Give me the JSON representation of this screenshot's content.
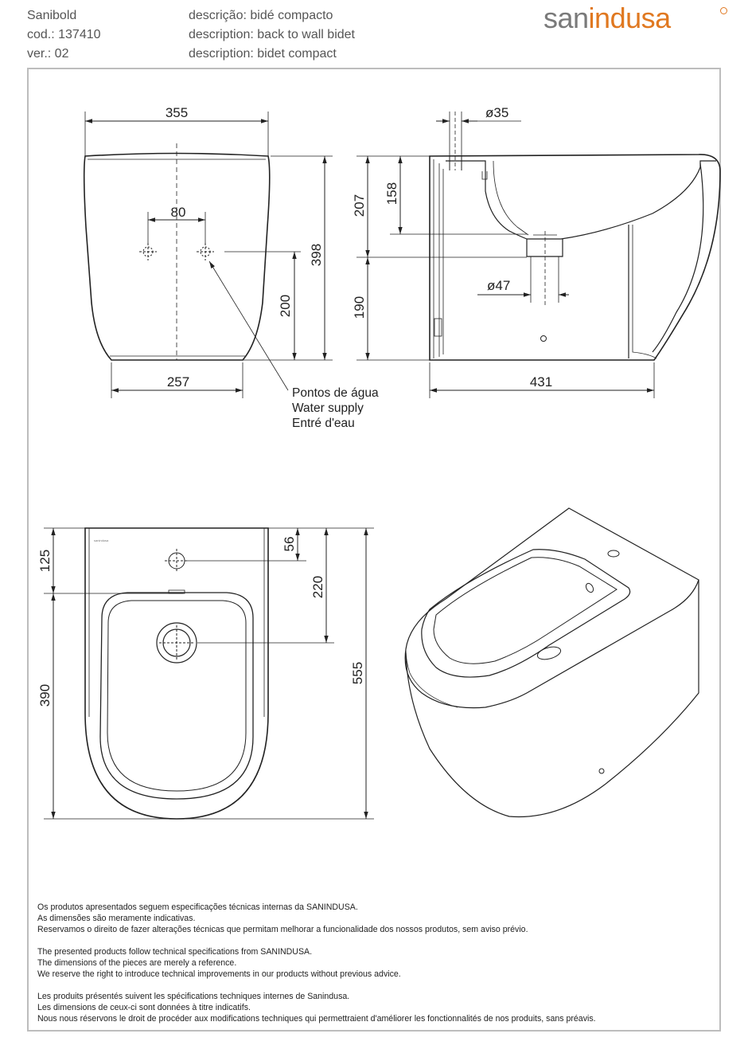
{
  "header": {
    "product_name": "Sanibold",
    "code": "cod.: 137410",
    "version": "ver.: 02",
    "description_pt": "descrição: bidé compacto",
    "description_en": "description: back to wall bidet",
    "description_fr": "description: bidet compact"
  },
  "brand": {
    "logo_part1": "san",
    "logo_part2": "indusa",
    "gray": "#7a7a7a",
    "orange": "#e07820"
  },
  "dimensions": {
    "front_width": "355",
    "tap_spacing": "80",
    "front_height": "398",
    "supply_height": "200",
    "base_width": "257",
    "top_hole": "ø35",
    "side_height_top": "207",
    "side_inner": "158",
    "side_height_bottom": "190",
    "drain_dia": "ø47",
    "depth": "431",
    "top_back": "125",
    "top_hole_offset": "56",
    "top_drain_offset": "220",
    "top_bowl_len": "390",
    "top_depth": "555"
  },
  "labels": {
    "water_supply_pt": "Pontos de água",
    "water_supply_en": "Water supply",
    "water_supply_fr": "Entré d'eau",
    "tiny_brand": "sanindusa"
  },
  "footer": {
    "pt": [
      "Os produtos apresentados seguem especificações técnicas internas da SANINDUSA.",
      "As dimensões são meramente indicativas.",
      "Reservamos o direito de fazer alterações técnicas que permitam melhorar a funcionalidade dos nossos produtos, sem aviso prévio."
    ],
    "en": [
      "The presented products follow technical specifications from SANINDUSA.",
      "The dimensions of the pieces are merely a reference.",
      "We reserve the right to introduce technical improvements in our products without previous advice."
    ],
    "fr": [
      "Les produits présentés suivent les spécifications techniques internes de Sanindusa.",
      "Les dimensions de ceux-ci sont données à titre indicatifs.",
      "Nous nous réservons le droit de procéder aux modifications techniques qui permettraient d'améliorer les fonctionnalités de nos produits, sans préavis."
    ]
  }
}
